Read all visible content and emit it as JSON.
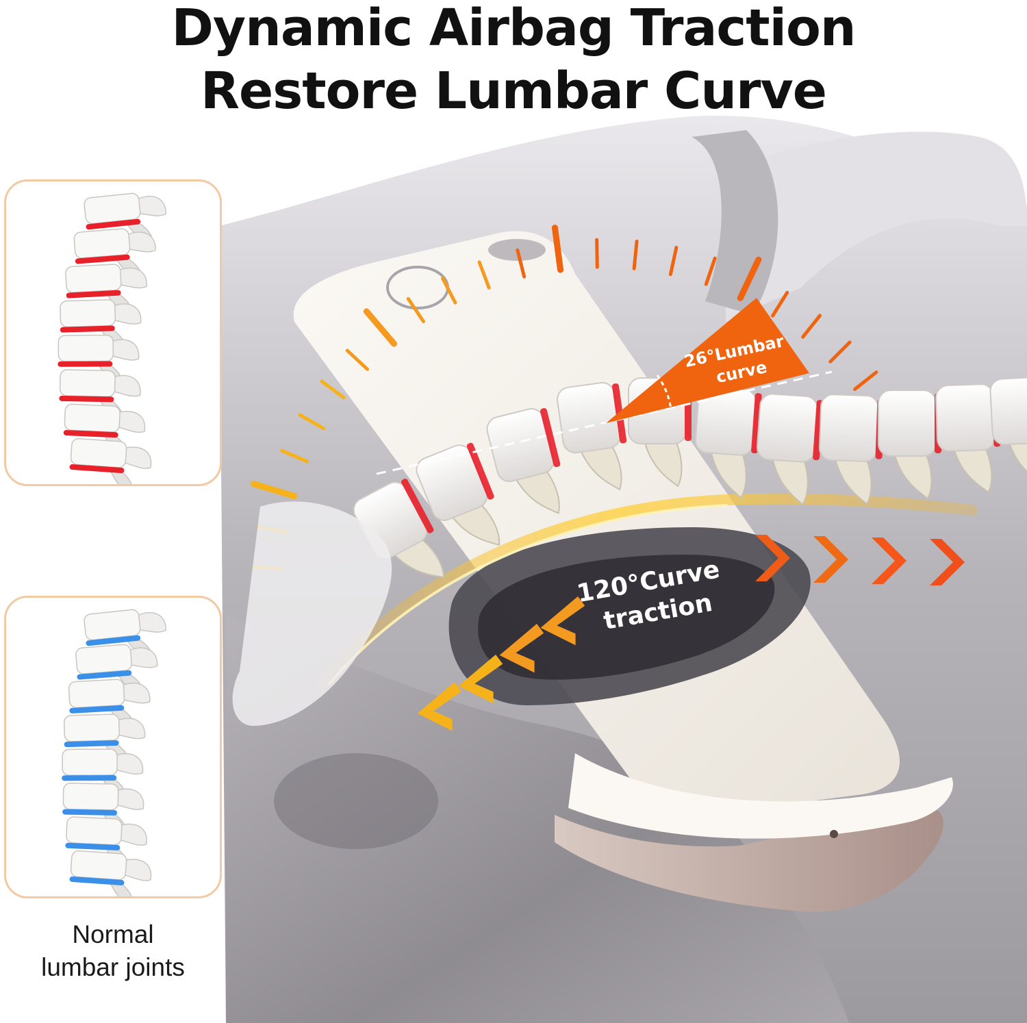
{
  "headline": {
    "line1": "Dynamic Airbag Traction",
    "line2": "Restore Lumbar Curve"
  },
  "panels": {
    "top": {
      "icon": "compressed-spine-icon",
      "disc_color": "#e8202a"
    },
    "bottom": {
      "icon": "normal-spine-icon",
      "disc_color": "#3a8fe8",
      "caption_line1": "Normal",
      "caption_line2": "lumbar joints"
    }
  },
  "callouts": {
    "lumbar_angle": {
      "line1": "26°Lumbar",
      "line2": "curve",
      "color": "#f0640f"
    },
    "curve_traction": {
      "line1": "120°Curve",
      "line2": "traction"
    }
  },
  "colors": {
    "accent_orange": "#f0640f",
    "accent_yellow": "#f5b21a",
    "disc_red": "#e8202a",
    "disc_blue": "#3a8fe8",
    "panel_border": "#f2c9a2",
    "cushion_gray": "#8f8c92",
    "device_cream": "#f3efe8"
  }
}
